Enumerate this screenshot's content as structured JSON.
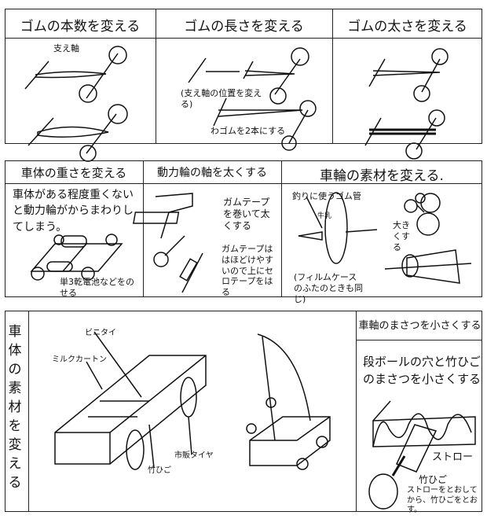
{
  "panel1": {
    "headers": [
      "ゴムの本数を変える",
      "ゴムの長さを変える",
      "ゴムの太さを変える"
    ],
    "label_axle": "支え軸",
    "label_move_axle": "(支え軸の位置を変える)",
    "label_two_bands": "わゴムを2本にする"
  },
  "panel2": {
    "headers": [
      "車体の重さを変える",
      "動力輪の軸を太くする",
      "車輪の素材を変える."
    ],
    "weight_note": "車体がある程度重くないと動力輪がからまわりしてしまう。",
    "battery_note": "単3乾電池などをのせる",
    "tape_note": "ガムテープを巻いて太くする",
    "tape_note2": "ガムテープははほどけやすいので上にセロテープをはる",
    "fishing_tube": "釣りに使うゴム管",
    "milk": "牛乳",
    "bigger": "大きくする",
    "film_case": "(フィルムケースのふたのときも同じ)"
  },
  "panel3": {
    "side_title": "車体の素材を変える",
    "label_bread_tie": "ビニタイ",
    "label_milk_carton": "ミルクカートン",
    "label_tire": "市販タイヤ",
    "label_bamboo": "竹ひご",
    "right_header": "車軸のまさつを小さくする",
    "right_note": "段ボールの穴と竹ひごのまさつを小さくする",
    "straw": "ストロー",
    "bamboo2": "竹ひご",
    "instruction": "ストローをとおしてから、竹ひごをとおす。"
  }
}
